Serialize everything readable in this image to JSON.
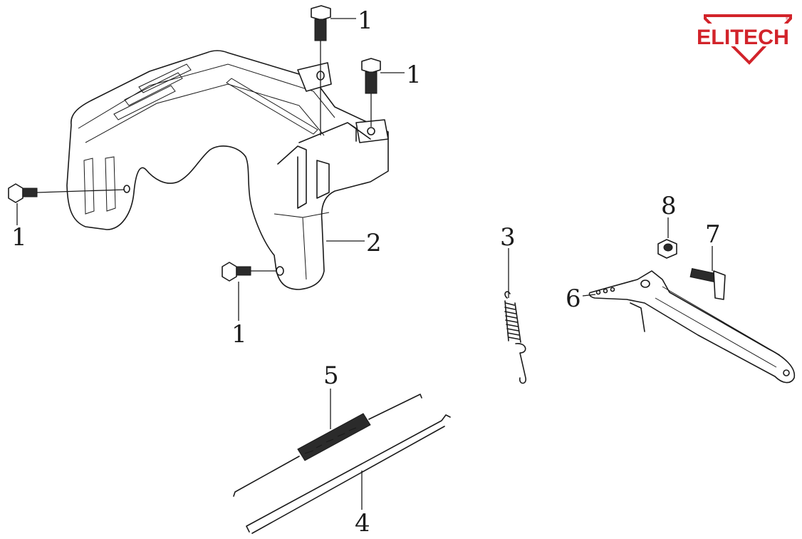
{
  "brand": {
    "name": "ELITECH",
    "mark": "®",
    "color": "#d2232a"
  },
  "callouts": {
    "bolt_top": "1",
    "bolt_right": "1",
    "bolt_left": "1",
    "bolt_bottom": "1",
    "guard": "2",
    "spring_small": "3",
    "rod": "4",
    "spring_long": "5",
    "lever": "6",
    "lever_bolt": "7",
    "nut": "8"
  },
  "colors": {
    "line": "#1a1a1a",
    "background": "#ffffff"
  }
}
